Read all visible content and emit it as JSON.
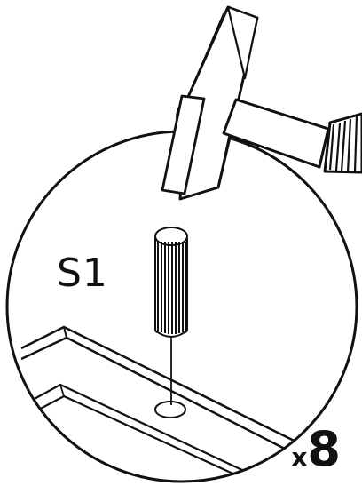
{
  "instruction": {
    "part_label": "S1",
    "quantity_prefix": "x",
    "quantity_number": "8"
  },
  "colors": {
    "line": "#111111",
    "fill": "#ffffff",
    "hammer_fill": "#ffffff",
    "handle_fill": "#ffffff"
  },
  "icons": {
    "tool": "hammer-icon",
    "part": "dowel-icon",
    "hole": "hole-icon",
    "workpiece": "board-corner-icon"
  }
}
